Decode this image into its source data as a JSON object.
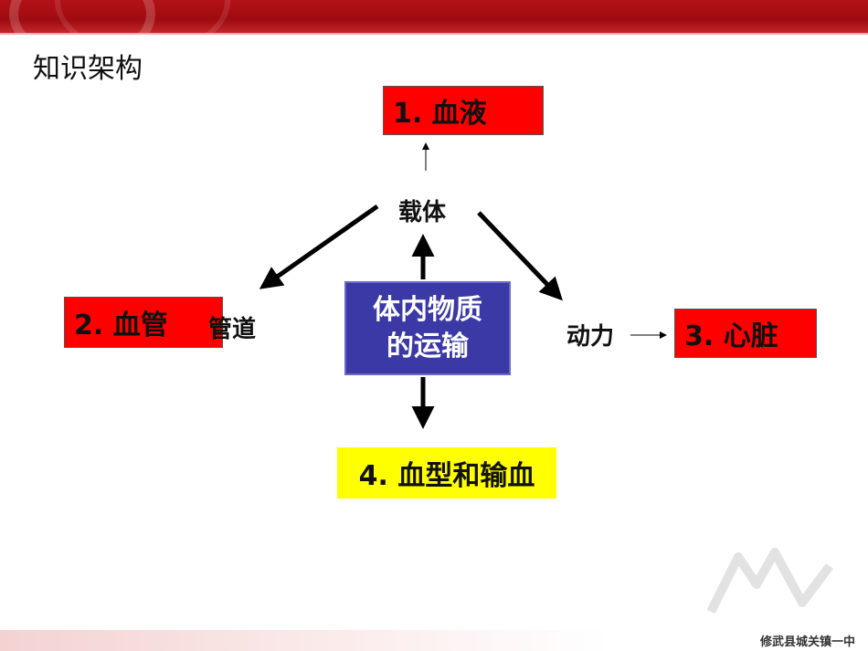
{
  "header": {
    "title": "知识架构"
  },
  "center": {
    "line1": "体内物质",
    "line2": "的运输"
  },
  "nodes": {
    "blood": "1. 血液",
    "vessel": "2. 血管",
    "heart": "3. 心脏",
    "blood_type": "4. 血型和输血"
  },
  "relations": {
    "carrier": "载体",
    "pipeline": "管道",
    "power": "动力"
  },
  "footer": {
    "school": "修武县城关镇一中"
  },
  "colors": {
    "red_box": "#ff0000",
    "center_box": "#3a39a5",
    "yellow_box": "#ffff00",
    "header_band": "#b31217"
  }
}
